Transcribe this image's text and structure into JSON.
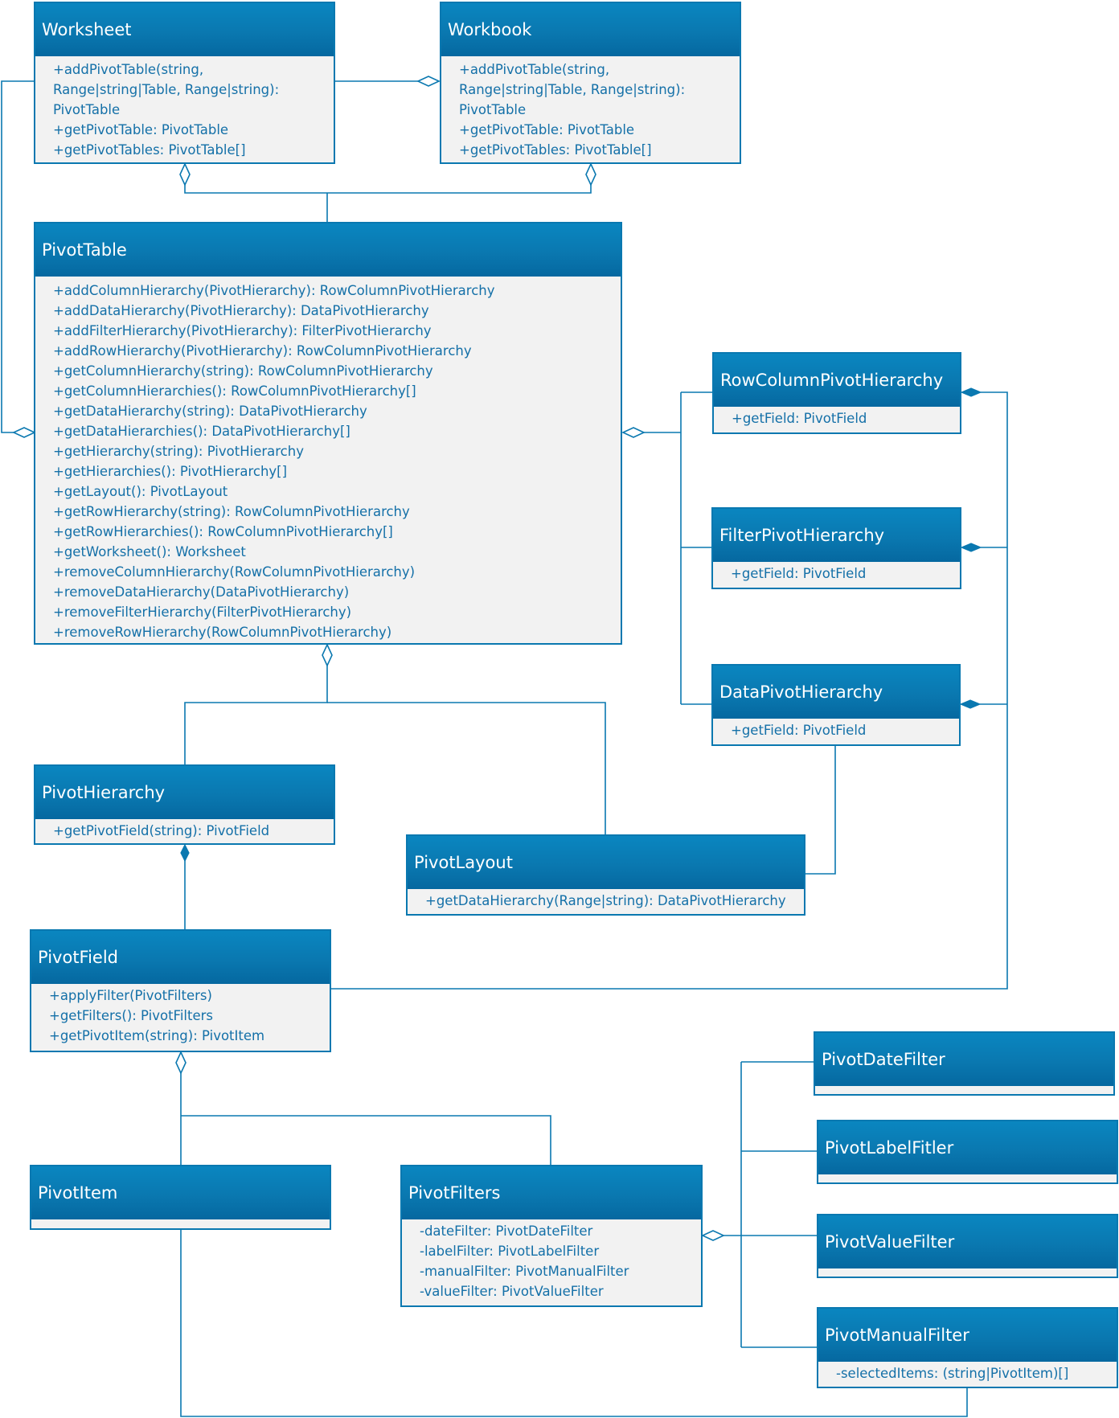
{
  "classes": {
    "worksheet": {
      "name": "Worksheet",
      "members": [
        "+addPivotTable(string,",
        "Range|string|Table, Range|string):",
        "PivotTable",
        "+getPivotTable: PivotTable",
        "+getPivotTables: PivotTable[]"
      ]
    },
    "workbook": {
      "name": "Workbook",
      "members": [
        "+addPivotTable(string,",
        "Range|string|Table, Range|string):",
        "PivotTable",
        "+getPivotTable: PivotTable",
        "+getPivotTables: PivotTable[]"
      ]
    },
    "pivottable": {
      "name": "PivotTable",
      "members": [
        "+addColumnHierarchy(PivotHierarchy): RowColumnPivotHierarchy",
        "+addDataHierarchy(PivotHierarchy): DataPivotHierarchy",
        "+addFilterHierarchy(PivotHierarchy): FilterPivotHierarchy",
        "+addRowHierarchy(PivotHierarchy): RowColumnPivotHierarchy",
        "+getColumnHierarchy(string): RowColumnPivotHierarchy",
        "+getColumnHierarchies(): RowColumnPivotHierarchy[]",
        "+getDataHierarchy(string): DataPivotHierarchy",
        "+getDataHierarchies(): DataPivotHierarchy[]",
        "+getHierarchy(string): PivotHierarchy",
        "+getHierarchies(): PivotHierarchy[]",
        "+getLayout(): PivotLayout",
        "+getRowHierarchy(string): RowColumnPivotHierarchy",
        "+getRowHierarchies(): RowColumnPivotHierarchy[]",
        "+getWorksheet(): Worksheet",
        "+removeColumnHierarchy(RowColumnPivotHierarchy)",
        "+removeDataHierarchy(DataPivotHierarchy)",
        "+removeFilterHierarchy(FilterPivotHierarchy)",
        "+removeRowHierarchy(RowColumnPivotHierarchy)"
      ]
    },
    "rowcolumn": {
      "name": "RowColumnPivotHierarchy",
      "members": [
        "+getField: PivotField"
      ]
    },
    "filterhier": {
      "name": "FilterPivotHierarchy",
      "members": [
        "+getField: PivotField"
      ]
    },
    "datahier": {
      "name": "DataPivotHierarchy",
      "members": [
        "+getField: PivotField"
      ]
    },
    "pivothier": {
      "name": "PivotHierarchy",
      "members": [
        "+getPivotField(string): PivotField"
      ]
    },
    "pivotlayout": {
      "name": "PivotLayout",
      "members": [
        "+getDataHierarchy(Range|string): DataPivotHierarchy"
      ]
    },
    "pivotfield": {
      "name": "PivotField",
      "members": [
        "+applyFilter(PivotFilters)",
        "+getFilters(): PivotFilters",
        "+getPivotItem(string): PivotItem"
      ]
    },
    "pivotitem": {
      "name": "PivotItem",
      "members": []
    },
    "pivotfilters": {
      "name": "PivotFilters",
      "members": [
        "-dateFilter: PivotDateFilter",
        "-labelFilter: PivotLabelFilter",
        "-manualFilter: PivotManualFilter",
        "-valueFilter: PivotValueFilter"
      ]
    },
    "datefilter": {
      "name": "PivotDateFilter",
      "members": []
    },
    "labelfilter": {
      "name": "PivotLabelFitler",
      "members": []
    },
    "valuefilter": {
      "name": "PivotValueFilter",
      "members": []
    },
    "manualfilter": {
      "name": "PivotManualFilter",
      "members": [
        "-selectedItems: (string|PivotItem)[]"
      ]
    }
  },
  "colors": {
    "line": "#0a78b0",
    "header": "#0a78b0",
    "member_text": "#1470a8",
    "body_bg": "#f2f2f2"
  }
}
